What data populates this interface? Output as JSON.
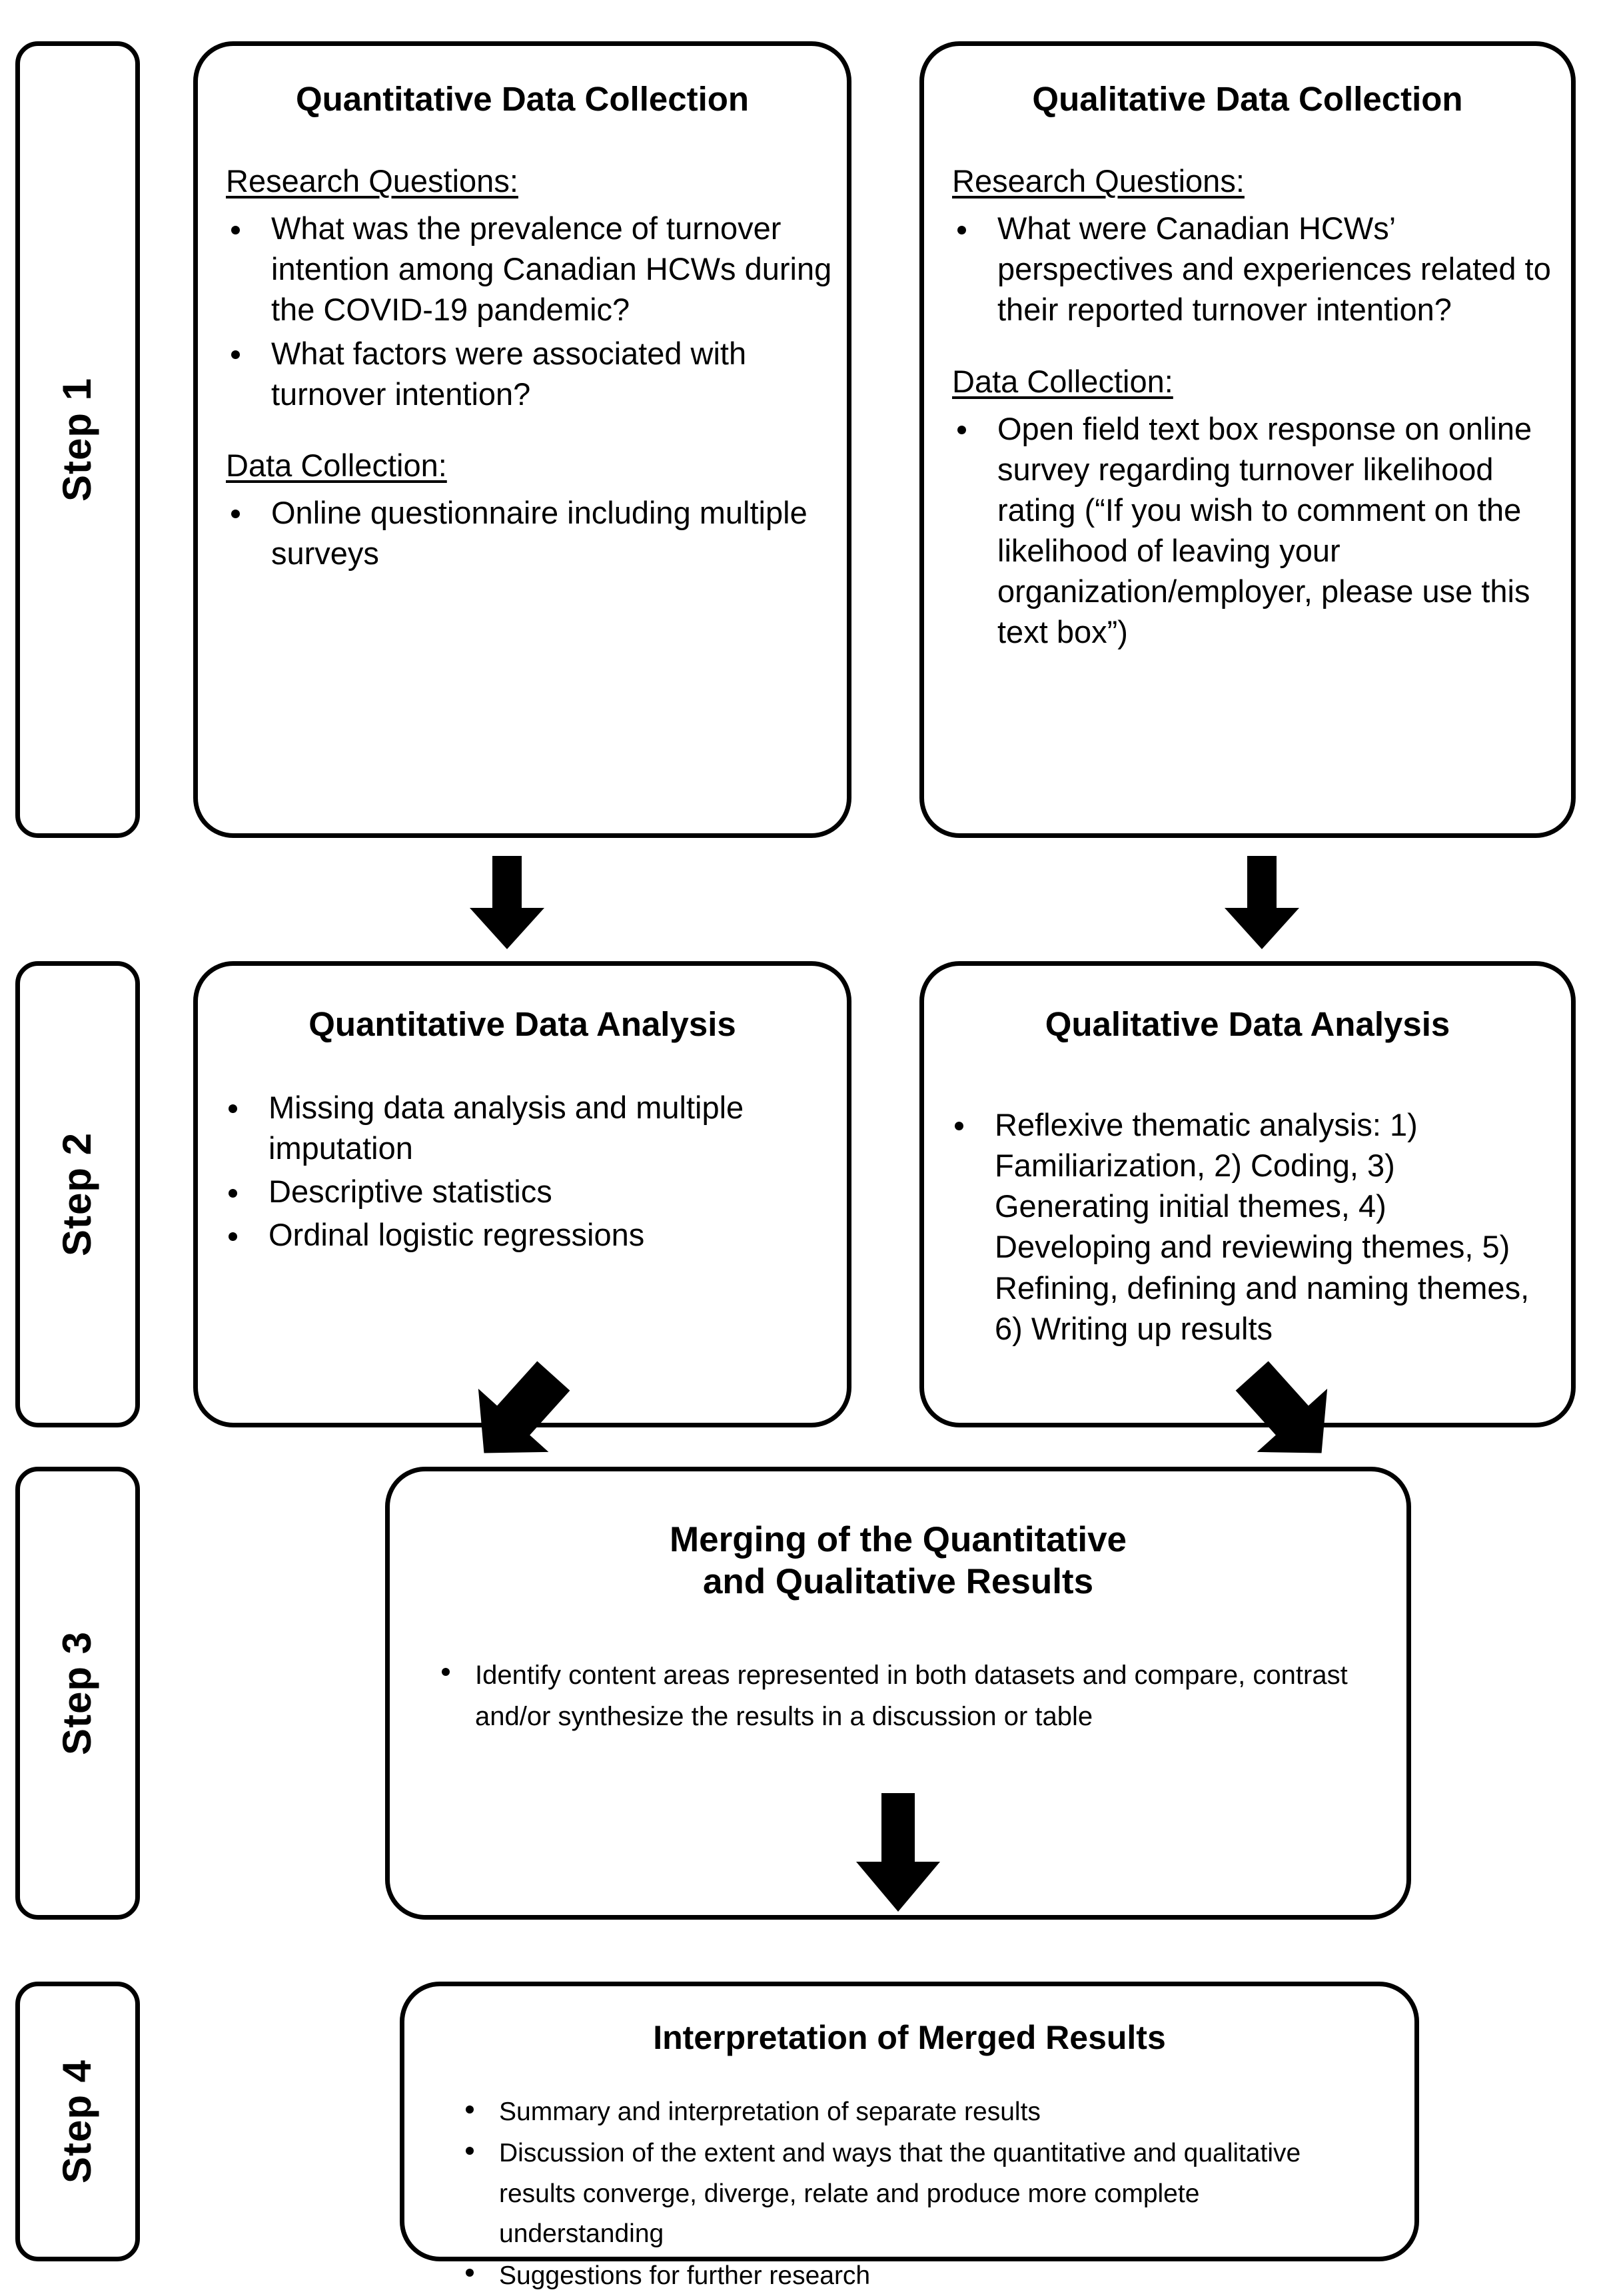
{
  "diagram": {
    "title": "Mixed methods convergent design flowchart",
    "steps": [
      {
        "label": "Step 1",
        "boxes": [
          {
            "title": "Quantitative Data Collection",
            "sections": [
              {
                "heading": "Research Questions:",
                "bullets": [
                  "What was the prevalence of turnover intention among Canadian HCWs during the COVID-19 pandemic?",
                  "What factors were associated with turnover intention?"
                ]
              },
              {
                "heading": "Data Collection:",
                "bullets": [
                  "Online questionnaire including multiple surveys"
                ]
              }
            ]
          },
          {
            "title": "Qualitative Data Collection",
            "sections": [
              {
                "heading": "Research Questions:",
                "bullets": [
                  "What were Canadian HCWs’ perspectives and experiences related to their reported turnover intention?"
                ]
              },
              {
                "heading": "Data Collection:",
                "bullets": [
                  "Open field text box response on online survey regarding turnover likelihood rating (“If you wish to comment on the likelihood of leaving your organization/employer, please use this text box”)"
                ]
              }
            ]
          }
        ]
      },
      {
        "label": "Step 2",
        "boxes": [
          {
            "title": "Quantitative Data Analysis",
            "bullets": [
              "Missing data analysis and multiple imputation",
              "Descriptive statistics",
              "Ordinal logistic regressions"
            ]
          },
          {
            "title": "Qualitative Data Analysis",
            "bullets": [
              "Reflexive thematic analysis: 1) Familiarization, 2) Coding, 3) Generating initial themes, 4) Developing and reviewing themes, 5) Refining, defining and naming themes, 6) Writing up results"
            ]
          }
        ]
      },
      {
        "label": "Step 3",
        "boxes": [
          {
            "title_line1": "Merging of the Quantitative",
            "title_line2": "and Qualitative Results",
            "bullets": [
              "Identify content areas represented in both datasets and compare, contrast and/or synthesize the results in a discussion or table"
            ]
          }
        ]
      },
      {
        "label": "Step 4",
        "boxes": [
          {
            "title": "Interpretation of Merged Results",
            "bullets": [
              "Summary and interpretation of separate results",
              "Discussion of the extent and ways that the quantitative and qualitative results converge, diverge, relate and produce more complete understanding",
              "Suggestions for further research"
            ]
          }
        ]
      }
    ],
    "connectors": [
      {
        "name": "arrow-quant-collect-to-quant-analysis",
        "direction": "down"
      },
      {
        "name": "arrow-qual-collect-to-qual-analysis",
        "direction": "down"
      },
      {
        "name": "arrow-quant-analysis-to-merge",
        "direction": "down-right"
      },
      {
        "name": "arrow-qual-analysis-to-merge",
        "direction": "down-left"
      },
      {
        "name": "arrow-merge-to-interpretation",
        "direction": "down"
      }
    ],
    "colors": {
      "stroke": "#000000",
      "fill": "#ffffff",
      "text": "#000000"
    }
  }
}
